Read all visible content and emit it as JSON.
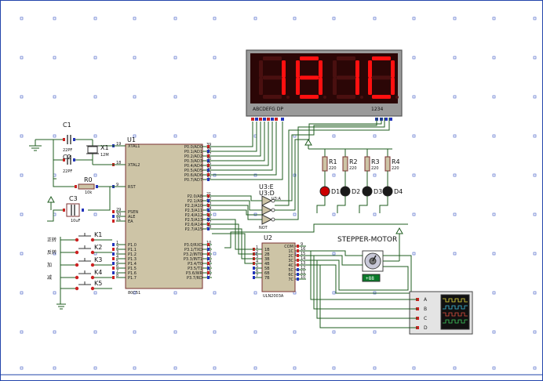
{
  "display": {
    "digits": [
      "1",
      "8",
      "1",
      "0"
    ],
    "segment_labels": "ABCDEFG  DP",
    "digit_labels": "1234"
  },
  "u1": {
    "ref": "U1",
    "part": "80C51",
    "left_pins": [
      {
        "num": "19",
        "name": "XTAL1"
      },
      {
        "num": "18",
        "name": "XTAL2"
      },
      {
        "num": "9",
        "name": "RST"
      },
      {
        "num": "29",
        "name": "PSEN"
      },
      {
        "num": "30",
        "name": "ALE"
      },
      {
        "num": "31",
        "name": "EA"
      },
      {
        "num": "1",
        "name": "P1.0"
      },
      {
        "num": "2",
        "name": "P1.1"
      },
      {
        "num": "3",
        "name": "P1.2"
      },
      {
        "num": "4",
        "name": "P1.3"
      },
      {
        "num": "5",
        "name": "P1.4"
      },
      {
        "num": "6",
        "name": "P1.5"
      },
      {
        "num": "7",
        "name": "P1.6"
      },
      {
        "num": "8",
        "name": "P1.7"
      }
    ],
    "right_pins_p0": [
      {
        "num": "39",
        "name": "P0.0/AD0"
      },
      {
        "num": "38",
        "name": "P0.1/AD1"
      },
      {
        "num": "37",
        "name": "P0.2/AD2"
      },
      {
        "num": "36",
        "name": "P0.3/AD3"
      },
      {
        "num": "35",
        "name": "P0.4/AD4"
      },
      {
        "num": "34",
        "name": "P0.5/AD5"
      },
      {
        "num": "33",
        "name": "P0.6/AD6"
      },
      {
        "num": "32",
        "name": "P0.7/AD7"
      }
    ],
    "right_pins_p2": [
      {
        "num": "21",
        "name": "P2.0/A8"
      },
      {
        "num": "22",
        "name": "P2.1/A9"
      },
      {
        "num": "23",
        "name": "P2.2/A10"
      },
      {
        "num": "24",
        "name": "P2.3/A11"
      },
      {
        "num": "25",
        "name": "P2.4/A12"
      },
      {
        "num": "26",
        "name": "P2.5/A13"
      },
      {
        "num": "27",
        "name": "P2.6/A14"
      },
      {
        "num": "28",
        "name": "P2.7/A15"
      }
    ],
    "right_pins_p3": [
      {
        "num": "10",
        "name": "P3.0/RXD"
      },
      {
        "num": "11",
        "name": "P3.1/TXD"
      },
      {
        "num": "12",
        "name": "P3.2/INT0"
      },
      {
        "num": "13",
        "name": "P3.3/INT1"
      },
      {
        "num": "14",
        "name": "P3.4/T0"
      },
      {
        "num": "15",
        "name": "P3.5/T1"
      },
      {
        "num": "16",
        "name": "P3.6/WR"
      },
      {
        "num": "17",
        "name": "P3.7/RD"
      }
    ]
  },
  "u2": {
    "ref": "U2",
    "part": "ULN2003A",
    "inputs": [
      {
        "num": "1",
        "name": "1B"
      },
      {
        "num": "2",
        "name": "2B"
      },
      {
        "num": "3",
        "name": "3B"
      },
      {
        "num": "4",
        "name": "4B"
      },
      {
        "num": "5",
        "name": "5B"
      },
      {
        "num": "6",
        "name": "6B"
      },
      {
        "num": "7",
        "name": "7B"
      }
    ],
    "outputs": [
      {
        "num": "9",
        "name": "COM"
      },
      {
        "num": "16",
        "name": "1C"
      },
      {
        "num": "15",
        "name": "2C"
      },
      {
        "num": "14",
        "name": "3C"
      },
      {
        "num": "13",
        "name": "4C"
      },
      {
        "num": "12",
        "name": "5C"
      },
      {
        "num": "11",
        "name": "6C"
      },
      {
        "num": "10",
        "name": "7C"
      }
    ]
  },
  "gates": {
    "refs": [
      "U3:E",
      "U3:D",
      "U3:A"
    ],
    "type_label": "NOT"
  },
  "crystal": {
    "c1": {
      "ref": "C1",
      "value": "22PF"
    },
    "c2": {
      "ref": "C2",
      "value": "22PF"
    },
    "x1": {
      "ref": "X1",
      "value": "12M"
    }
  },
  "reset": {
    "r0": {
      "ref": "R0",
      "value": "10k"
    },
    "c3": {
      "ref": "C3",
      "value": "10uF"
    }
  },
  "resistors": [
    {
      "ref": "R1",
      "value": "220"
    },
    {
      "ref": "R2",
      "value": "220"
    },
    {
      "ref": "R3",
      "value": "220"
    },
    {
      "ref": "R4",
      "value": "220"
    }
  ],
  "leds": [
    {
      "ref": "D1",
      "color": "#cc0000"
    },
    {
      "ref": "D2",
      "color": "#1a1a1a"
    },
    {
      "ref": "D3",
      "color": "#1a1a1a"
    },
    {
      "ref": "D4",
      "color": "#1a1a1a"
    }
  ],
  "keys": [
    {
      "ref": "K1",
      "label": "正转"
    },
    {
      "ref": "K2",
      "label": "反转"
    },
    {
      "ref": "K3",
      "label": "加"
    },
    {
      "ref": "K4",
      "label": "减"
    },
    {
      "ref": "K5",
      "label": ""
    }
  ],
  "motor": {
    "label": "STEPPER-MOTOR",
    "readout": "+88"
  },
  "scope": {
    "channels": [
      "A",
      "B",
      "C",
      "D"
    ]
  },
  "colors": {
    "wire": "#1f5c1f",
    "chip_fill": "#cdc4a6",
    "chip_border": "#7a3030",
    "pin_red": "#cc2222",
    "pin_blue": "#2233bb",
    "segment_on": "#ff1010",
    "segment_off": "#4a1010",
    "display_bg": "#2b0606",
    "display_frame": "#8a8a8a",
    "grid_border": "#2244aa"
  }
}
